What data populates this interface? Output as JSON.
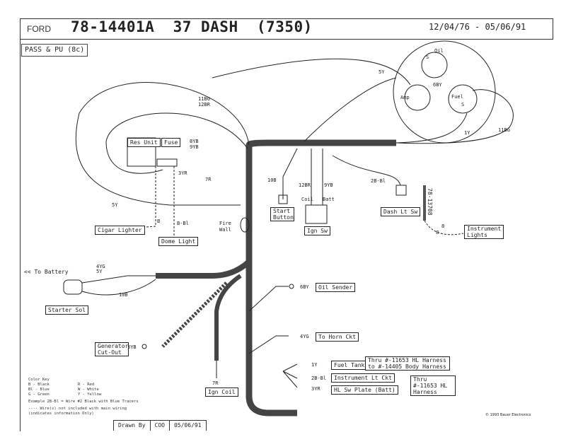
{
  "header": {
    "make": "FORD",
    "part_number": "78-14401A",
    "title": "37 DASH",
    "code": "(7350)",
    "dates": "12/04/76 - 05/06/91"
  },
  "section_label": "PASS & PU (8c)",
  "gauge": {
    "oil": "Oil",
    "amp": "Amp",
    "fuel": "Fuel",
    "s_top": "S",
    "s_fuel": "S"
  },
  "components": {
    "res_unit": "Res Unit",
    "fuse": "Fuse",
    "cigar_lighter": "Cigar Lighter",
    "dome_light": "Dome Light",
    "start_button": "Start Button",
    "ign_sw": "Ign Sw",
    "coil": "Coil",
    "batt": "Batt",
    "dash_lt_sw": "Dash Lt Sw",
    "instrument_lights": "Instrument Lights",
    "fire_wall": "Fire Wall",
    "to_battery": "<< To Battery",
    "starter_sol": "Starter Sol",
    "generator_cutout": "Generator Cut-Out",
    "ign_coil": "Ign Coil",
    "oil_sender": "Oil Sender",
    "to_horn_ckt": "To Horn Ckt",
    "fuel_tank": "Fuel Tank",
    "instrument_lt_ckt": "Instrument Lt Ckt",
    "hl_sw_plate": "HL Sw Plate (Batt)",
    "thru_fuel": "Thru #-11653 HL Harness to #-14405 Body Harness",
    "thru_hl": "Thru #-11653 HL Harness",
    "part_78_13708": "78-13708"
  },
  "wires": {
    "w5y_top": "5Y",
    "w6by": "6BY",
    "w11bg_top": "11BG",
    "w12br_top": "12BR",
    "w1y": "1Y",
    "w11bg_right": "11BG",
    "w8yb": "8YB",
    "w9yb": "9YB",
    "w3yr": "3YR",
    "w7r": "7R",
    "w5y_left": "5Y",
    "w10b": "10B",
    "w12br": "12BR",
    "w9yb_ign": "9YB",
    "w2b_bl": "2B-Bl",
    "w8": "8",
    "w8b": "8",
    "w_b": "B",
    "w_b_bl": "B-Bl",
    "w4yg": "4YG",
    "w5y": "5Y",
    "w10b_sol": "10B",
    "w6by_r": "6BY",
    "w4yg_r": "4YG",
    "w8yb_gen": "8YB",
    "w7r_coil": "7R",
    "w1y_r": "1Y",
    "w2b_bl_r": "2B-Bl",
    "w3yr_r": "3YR"
  },
  "color_key": {
    "title": "Color Key",
    "rows": [
      [
        "B - Black",
        "R - Red"
      ],
      [
        "Bl - Blue",
        "W - White"
      ],
      [
        "G - Green",
        "Y - Yellow"
      ]
    ],
    "example": "Example 2B-Bl = Wire #2 Black with Blue Tracers",
    "note": "---- Wire(s) not included with main wiring (indicates information Only)"
  },
  "footer": {
    "drawn_by_label": "Drawn By",
    "drawn_by": "COO",
    "date": "05/06/91"
  },
  "copyright": "© 1993 Bauer Electronics"
}
